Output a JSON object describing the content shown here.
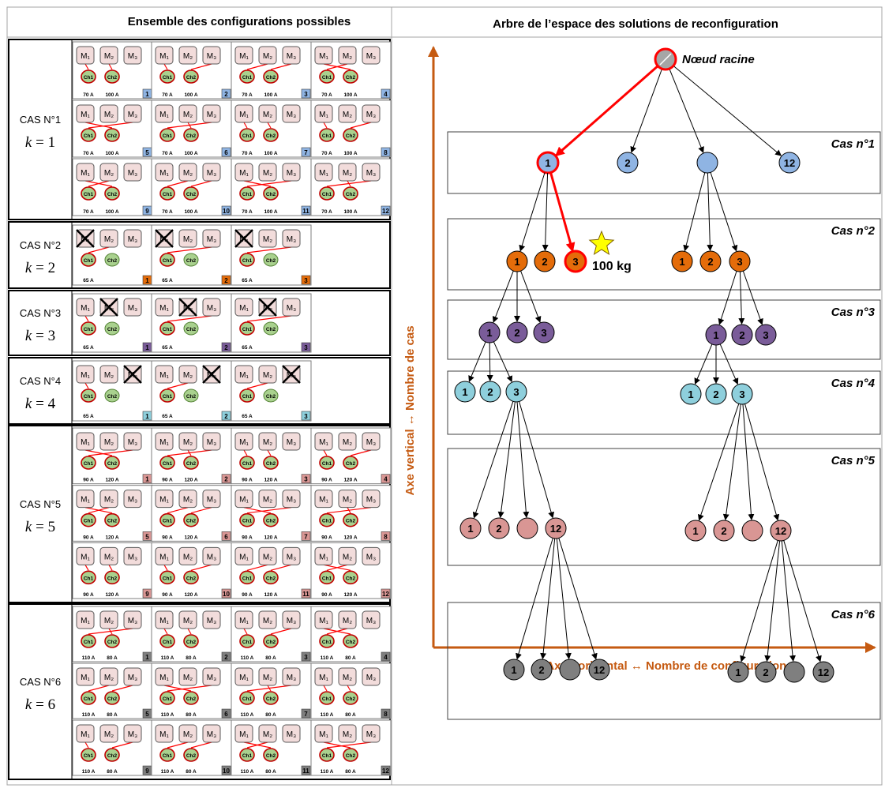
{
  "left_panel": {
    "title": "Ensemble des configurations possibles",
    "module_labels": [
      "M₁",
      "M₂",
      "M₃"
    ],
    "charger_labels": [
      "Ch1",
      "Ch2"
    ],
    "cases": [
      {
        "label": "CAS N°1",
        "k": "1",
        "color": "#8FB4E3",
        "cells": 12,
        "kind": "full",
        "currents": [
          "70 A",
          "100 A"
        ]
      },
      {
        "label": "CAS N°2",
        "k": "2",
        "color": "#E46C0A",
        "cells": 3,
        "kind": "failed",
        "failed_module": 0,
        "current": "65 A"
      },
      {
        "label": "CAS N°3",
        "k": "3",
        "color": "#7A5C99",
        "cells": 3,
        "kind": "failed",
        "failed_module": 1,
        "current": "65 A"
      },
      {
        "label": "CAS N°4",
        "k": "4",
        "color": "#8ECFDC",
        "cells": 3,
        "kind": "failed",
        "failed_module": 2,
        "current": "65 A"
      },
      {
        "label": "CAS N°5",
        "k": "5",
        "color": "#D99694",
        "cells": 12,
        "kind": "full",
        "currents": [
          "90 A",
          "120 A"
        ]
      },
      {
        "label": "CAS N°6",
        "k": "6",
        "color": "#7F7F7F",
        "cells": 12,
        "kind": "full",
        "currents": [
          "110 A",
          "80 A"
        ]
      }
    ]
  },
  "right_panel": {
    "title": "Arbre de l’espace des solutions de reconfiguration",
    "root_label": "Nœud racine",
    "vertical_axis": "Axe vertical ↔ Nombre de cas",
    "horizontal_axis": "Axe horizontal ↔ Nombre de configurations",
    "case_labels": [
      "Cas n°1",
      "Cas n°2",
      "Cas n°3",
      "Cas n°4",
      "Cas n°5",
      "Cas n°6"
    ],
    "best_solution": "100 kg",
    "node_colors": [
      "#8FB4E3",
      "#E46C0A",
      "#7A5C99",
      "#8ECFDC",
      "#D99694",
      "#7F7F7F"
    ],
    "root_color": "#A6A6A6",
    "path_color": "#FF0000",
    "axis_color": "#C55A11"
  }
}
